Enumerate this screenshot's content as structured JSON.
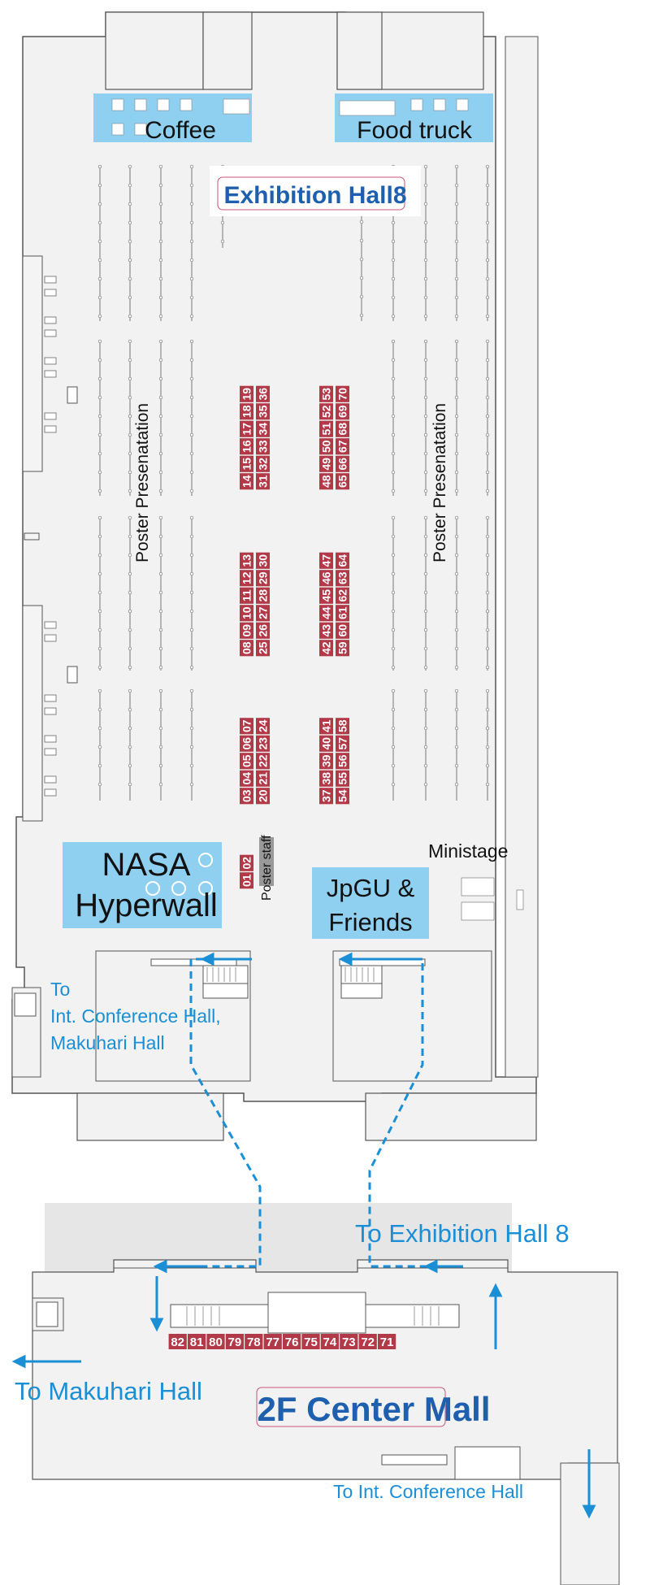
{
  "labels": {
    "coffee": "Coffee",
    "food_truck": "Food truck",
    "exhibition_hall": "Exhibition Hall8",
    "poster_left": "Poster Presenatation",
    "poster_right": "Poster Presenatation",
    "poster_staff": "Poster staff",
    "nasa_line1": "NASA",
    "nasa_line2": "Hyperwall",
    "jpgu_line1": "JpGU &",
    "jpgu_line2": "Friends",
    "ministage": "Ministage",
    "to_int_line1": "To",
    "to_int_line2": "Int. Conference Hall,",
    "to_int_line3": "Makuhari Hall",
    "to_exhibition": "To Exhibition Hall 8",
    "to_makuhari": "To Makuhari Hall",
    "center_mall": "2F Center Mall",
    "to_int_conf": "To Int. Conference Hall"
  },
  "booths": {
    "block_a": {
      "top": [
        "14",
        "15",
        "16",
        "17",
        "18",
        "19"
      ],
      "bottom": [
        "31",
        "32",
        "33",
        "34",
        "35",
        "36"
      ]
    },
    "block_b": {
      "top": [
        "48",
        "49",
        "50",
        "51",
        "52",
        "53"
      ],
      "bottom": [
        "65",
        "66",
        "67",
        "68",
        "69",
        "70"
      ]
    },
    "block_c": {
      "top": [
        "08",
        "09",
        "10",
        "11",
        "12",
        "13"
      ],
      "bottom": [
        "25",
        "26",
        "27",
        "28",
        "29",
        "30"
      ]
    },
    "block_d": {
      "top": [
        "42",
        "43",
        "44",
        "45",
        "46",
        "47"
      ],
      "bottom": [
        "59",
        "60",
        "61",
        "62",
        "63",
        "64"
      ]
    },
    "block_e": {
      "top": [
        "03",
        "04",
        "05",
        "06",
        "07"
      ],
      "bottom": [
        "20",
        "21",
        "22",
        "23",
        "24"
      ]
    },
    "block_f": {
      "top": [
        "37",
        "38",
        "39",
        "40",
        "41"
      ],
      "bottom": [
        "54",
        "55",
        "56",
        "57",
        "58"
      ]
    },
    "block_g": {
      "top": [
        "01",
        "02"
      ]
    },
    "mall_row": [
      "82",
      "81",
      "80",
      "79",
      "78",
      "77",
      "76",
      "75",
      "74",
      "73",
      "72",
      "71"
    ]
  },
  "colors": {
    "booth": "#b23a48",
    "area_blue": "#8fd0f0",
    "route": "#1a8fd6",
    "title_blue": "#1e5fae",
    "floor": "#f2f2f2",
    "wall": "#555555"
  }
}
